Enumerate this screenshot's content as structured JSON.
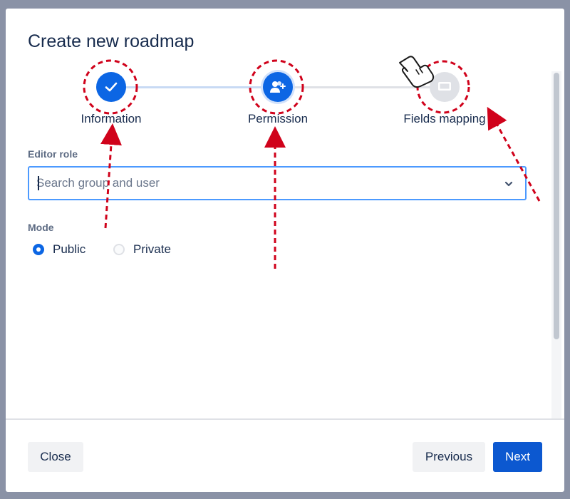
{
  "dialog": {
    "title": "Create new roadmap",
    "steps": [
      {
        "label": "Information",
        "state": "complete",
        "icon": "checkmark-icon"
      },
      {
        "label": "Permission",
        "state": "current",
        "icon": "add-user-icon"
      },
      {
        "label": "Fields mapping",
        "state": "pending",
        "icon": "monitor-icon"
      }
    ],
    "editor_role": {
      "label": "Editor role",
      "placeholder": "Search group and user",
      "value": ""
    },
    "mode": {
      "label": "Mode",
      "options": [
        {
          "label": "Public",
          "selected": true
        },
        {
          "label": "Private",
          "selected": false
        }
      ]
    },
    "footer": {
      "close_label": "Close",
      "previous_label": "Previous",
      "next_label": "Next"
    }
  },
  "colors": {
    "primary": "#0c66e4",
    "annotation": "#d0021b",
    "backdrop": "#8a92a6"
  }
}
